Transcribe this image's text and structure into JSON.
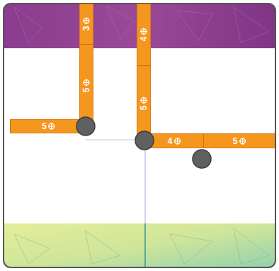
{
  "diagram": {
    "nodes": [
      {
        "text": [
          "3"
        ]
      },
      {
        "text": [
          "4"
        ]
      },
      {
        "text": [
          "5"
        ]
      },
      {
        "text": [
          "5"
        ]
      },
      {
        "text": [
          "5"
        ]
      },
      {
        "text": [
          "4"
        ]
      },
      {
        "text": [
          "5"
        ]
      }
    ]
  }
}
